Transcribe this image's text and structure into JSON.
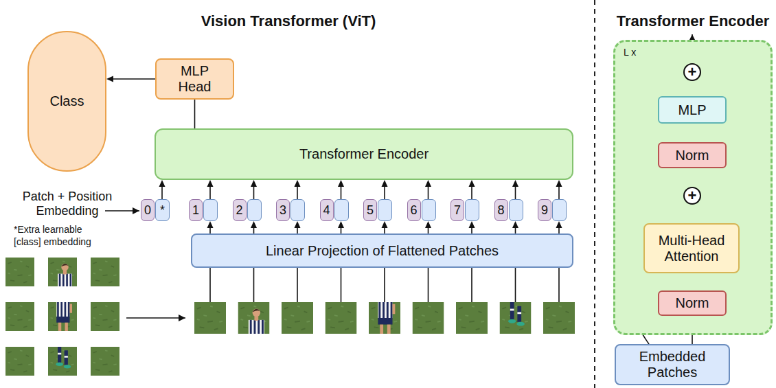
{
  "diagram": {
    "nodes": [
      {
        "text": [
          "Class"
        ]
      },
      {
        "text": [
          "MLP Head"
        ]
      },
      {
        "text": [
          "Transformer Encoder"
        ]
      },
      {
        "text": [
          "0",
          "*"
        ]
      },
      {
        "text": [
          "1"
        ]
      },
      {
        "text": [
          "2"
        ]
      },
      {
        "text": [
          "3"
        ]
      },
      {
        "text": [
          "4"
        ]
      },
      {
        "text": [
          "5"
        ]
      },
      {
        "text": [
          "6"
        ]
      },
      {
        "text": [
          "7"
        ]
      },
      {
        "text": [
          "8"
        ]
      },
      {
        "text": [
          "9"
        ]
      },
      {
        "text": [
          "Linear Projection of Flattened Patches"
        ]
      },
      {
        "text": [
          "L x"
        ]
      },
      {
        "text": [
          "+"
        ],
        "in": 14
      },
      {
        "text": [
          "MLP"
        ],
        "in": 14
      },
      {
        "text": [
          "Norm"
        ],
        "in": 14
      },
      {
        "text": [
          "+"
        ],
        "in": 14
      },
      {
        "text": [
          "Multi-Head Attention"
        ],
        "in": 14
      },
      {
        "text": [
          "Norm"
        ],
        "in": 14
      },
      {
        "text": [
          "Embedded Patches"
        ]
      }
    ],
    "edges": [
      {
        "from": 1,
        "to": 0,
        "arrow": "to"
      },
      {
        "from": 2,
        "to": 1,
        "arrow": "none"
      },
      {
        "from": 3,
        "to": 2,
        "arrow": "to"
      },
      {
        "from": 4,
        "to": 2,
        "arrow": "to"
      },
      {
        "from": 5,
        "to": 2,
        "arrow": "to"
      },
      {
        "from": 6,
        "to": 2,
        "arrow": "to"
      },
      {
        "from": 7,
        "to": 2,
        "arrow": "to"
      },
      {
        "from": 8,
        "to": 2,
        "arrow": "to"
      },
      {
        "from": 9,
        "to": 2,
        "arrow": "to"
      },
      {
        "from": 10,
        "to": 2,
        "arrow": "to"
      },
      {
        "from": 11,
        "to": 2,
        "arrow": "to"
      },
      {
        "from": 12,
        "to": 2,
        "arrow": "to"
      },
      {
        "from": 13,
        "to": 4,
        "arrow": "to"
      },
      {
        "from": 13,
        "to": 5,
        "arrow": "to"
      },
      {
        "from": 13,
        "to": 6,
        "arrow": "to"
      },
      {
        "from": 13,
        "to": 7,
        "arrow": "to"
      },
      {
        "from": 13,
        "to": 8,
        "arrow": "to"
      },
      {
        "from": 13,
        "to": 9,
        "arrow": "to"
      },
      {
        "from": 13,
        "to": 10,
        "arrow": "to"
      },
      {
        "from": 13,
        "to": 11,
        "arrow": "to"
      },
      {
        "from": 13,
        "to": 12,
        "arrow": "to"
      },
      {
        "from": 21,
        "to": 20,
        "arrow": "to"
      },
      {
        "from": 21,
        "to": 18,
        "arrow": "to"
      },
      {
        "from": 20,
        "to": 19,
        "arrow": "to"
      },
      {
        "from": 19,
        "to": 18,
        "arrow": "to"
      },
      {
        "from": 18,
        "to": 17,
        "arrow": "to"
      },
      {
        "from": 18,
        "to": 15,
        "arrow": "to"
      },
      {
        "from": 17,
        "to": 16,
        "arrow": "to"
      },
      {
        "from": 16,
        "to": 15,
        "arrow": "to"
      }
    ],
    "labels": [
      "Vision Transformer (ViT)",
      "Patch + Position Embedding",
      "*Extra learnable [class] embedding",
      "Transformer Encoder"
    ]
  }
}
